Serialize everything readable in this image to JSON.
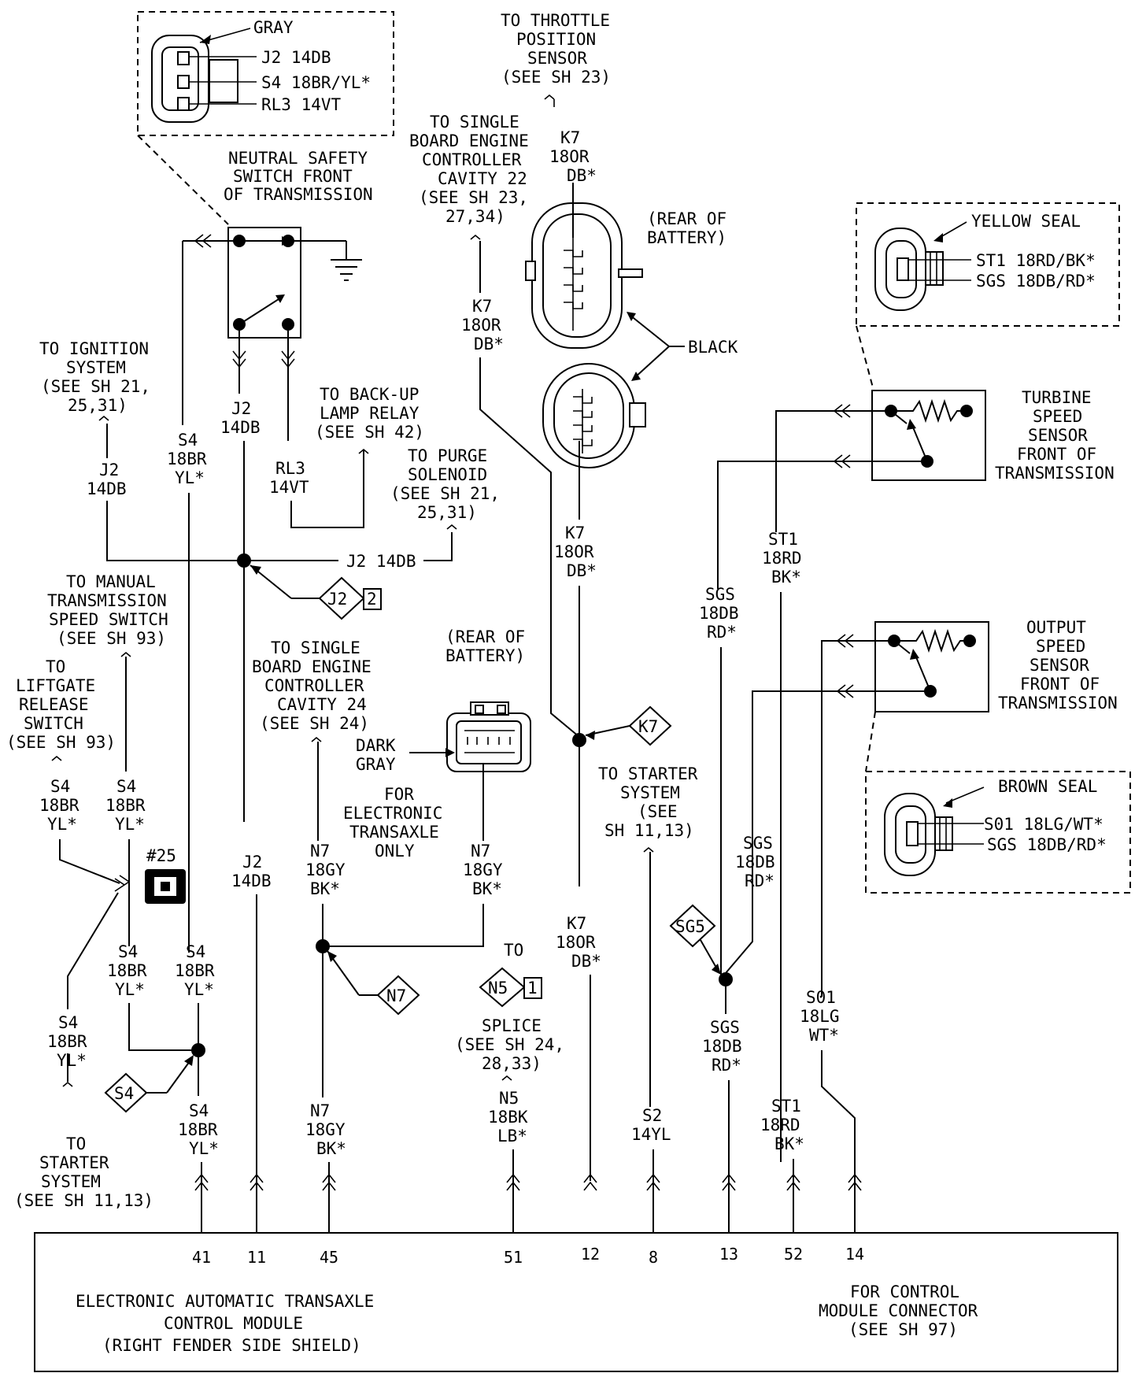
{
  "colors": {
    "ink": "#000000",
    "paper": "#ffffff"
  },
  "icons": [
    "connector-icon",
    "ground-icon",
    "splice-node-icon",
    "diamond-callout-icon"
  ],
  "connectors": {
    "nss_gray": {
      "color_label": "GRAY",
      "pins": [
        "J2 14DB",
        "S4 18BR/YL*",
        "RL3 14VT"
      ]
    },
    "tss_yellow": {
      "seal_label": "YELLOW SEAL",
      "pins": [
        "ST1 18RD/BK*",
        "SGS 18DB/RD*"
      ]
    },
    "oss_brown": {
      "seal_label": "BROWN SEAL",
      "pins": [
        "S01 18LG/WT*",
        "SGS 18DB/RD*"
      ]
    },
    "black_label": "BLACK",
    "dark_gray_label": [
      "DARK",
      "GRAY"
    ]
  },
  "components": {
    "neutral_safety_switch": [
      "NEUTRAL SAFETY",
      "SWITCH FRONT",
      "OF TRANSMISSION"
    ],
    "turbine_speed_sensor": [
      "TURBINE",
      "SPEED",
      "SENSOR",
      "FRONT OF",
      "TRANSMISSION"
    ],
    "output_speed_sensor": [
      "OUTPUT",
      "SPEED",
      "SENSOR",
      "FRONT OF",
      "TRANSMISSION"
    ],
    "control_module": {
      "title": [
        "ELECTRONIC AUTOMATIC TRANSAXLE",
        "CONTROL MODULE",
        "(RIGHT FENDER SIDE SHIELD)"
      ],
      "note": [
        "FOR CONTROL",
        "MODULE CONNECTOR",
        "(SEE SH 97)"
      ],
      "pins": [
        "41",
        "11",
        "45",
        "51",
        "12",
        "8",
        "13",
        "52",
        "14"
      ]
    },
    "connector_25_label": "#25"
  },
  "references": {
    "throttle": [
      "TO THROTTLE",
      "POSITION",
      "SENSOR",
      "(SEE SH 23)"
    ],
    "sbec22": [
      "TO SINGLE",
      "BOARD ENGINE",
      "CONTROLLER",
      "CAVITY 22",
      "(SEE SH 23,",
      "27,34)"
    ],
    "rear_battery_top": [
      "(REAR OF",
      "BATTERY)"
    ],
    "ignition": [
      "TO IGNITION",
      "SYSTEM",
      "(SEE SH 21,",
      "25,31)"
    ],
    "backup": [
      "TO BACK-UP",
      "LAMP RELAY",
      "(SEE SH 42)"
    ],
    "purge": [
      "TO PURGE",
      "SOLENOID",
      "(SEE SH 21,",
      "25,31)"
    ],
    "manual_speed": [
      "TO MANUAL",
      "TRANSMISSION",
      "SPEED SWITCH",
      "(SEE SH 93)"
    ],
    "liftgate": [
      "TO",
      "LIFTGATE",
      "RELEASE",
      "SWITCH",
      "(SEE SH 93)"
    ],
    "sbec24": [
      "TO SINGLE",
      "BOARD ENGINE",
      "CONTROLLER",
      "CAVITY 24",
      "(SEE SH 24)"
    ],
    "rear_battery_mid": [
      "(REAR OF",
      "BATTERY)"
    ],
    "electronic_only": [
      "FOR",
      "ELECTRONIC",
      "TRANSAXLE",
      "ONLY"
    ],
    "starter_mid": [
      "TO STARTER",
      "SYSTEM",
      "(SEE",
      "SH 11,13)"
    ],
    "splice_n5": [
      "TO",
      "SPLICE",
      "(SEE SH 24,",
      "28,33)"
    ],
    "starter_left": [
      "TO",
      "STARTER",
      "SYSTEM",
      "(SEE SH 11,13)"
    ]
  },
  "wire_labels": {
    "k7_top": [
      "K7",
      "18OR",
      "DB*"
    ],
    "k7_left": [
      "K7",
      "18OR",
      "DB*"
    ],
    "k7_mid": [
      "K7",
      "18OR",
      "DB*"
    ],
    "k7_low": [
      "K7",
      "18OR",
      "DB*"
    ],
    "j2_nss": [
      "J2",
      "14DB"
    ],
    "j2_ign": [
      "J2",
      "14DB"
    ],
    "j2_h": "J2 14DB",
    "j2_low": [
      "J2",
      "14DB"
    ],
    "s4_upper": [
      "S4",
      "18BR",
      "YL*"
    ],
    "rl3": [
      "RL3",
      "14VT"
    ],
    "s4_left": [
      "S4",
      "18BR",
      "YL*"
    ],
    "s4_c25": [
      "S4",
      "18BR",
      "YL*"
    ],
    "s4_mid1": [
      "S4",
      "18BR",
      "YL*"
    ],
    "s4_mid2": [
      "S4",
      "18BR",
      "YL*"
    ],
    "s4_starter": [
      "S4",
      "18BR",
      "YL*"
    ],
    "s4_low": [
      "S4",
      "18BR",
      "YL*"
    ],
    "n7_a": [
      "N7",
      "18GY",
      "BK*"
    ],
    "n7_b": [
      "N7",
      "18GY",
      "BK*"
    ],
    "n7_low": [
      "N7",
      "18GY",
      "BK*"
    ],
    "n5": [
      "N5",
      "18BK",
      "LB*"
    ],
    "s2": [
      "S2",
      "14YL"
    ],
    "sgs_upper": [
      "SGS",
      "18DB",
      "RD*"
    ],
    "sgs_mid": [
      "SGS",
      "18DB",
      "RD*"
    ],
    "sgs_low": [
      "SGS",
      "18DB",
      "RD*"
    ],
    "st1_upper": [
      "ST1",
      "18RD",
      "BK*"
    ],
    "st1_low": [
      "ST1",
      "18RD",
      "BK*"
    ],
    "s01": [
      "S01",
      "18LG",
      "WT*"
    ]
  },
  "splices": {
    "j2": {
      "id": "J2",
      "num": "2"
    },
    "k7": {
      "id": "K7"
    },
    "n7": {
      "id": "N7"
    },
    "s4": {
      "id": "S4"
    },
    "sg5": {
      "id": "SG5"
    },
    "n5": {
      "id": "N5",
      "num": "1"
    }
  }
}
